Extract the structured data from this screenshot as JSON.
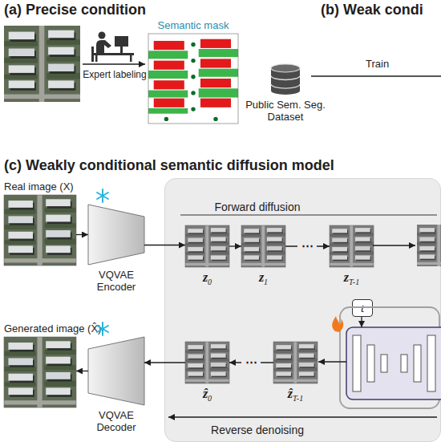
{
  "diagram": {
    "nodes": [
      {
        "text": [
          "Semantic mask"
        ]
      },
      {
        "text": [
          "Public Sem. Seg. Dataset"
        ]
      },
      {
        "text": [
          "Real image (X)"
        ]
      },
      {
        "text": [
          "VQVAE Encoder"
        ]
      },
      {
        "text": [
          "Forward diffusion",
          "Reverse denoising"
        ]
      },
      {
        "text": [
          "z0"
        ],
        "in": 4
      },
      {
        "text": [
          "z1"
        ],
        "in": 4
      },
      {
        "text": [
          "zT-1"
        ],
        "in": 4
      },
      {
        "text": [
          "t"
        ],
        "in": 4
      },
      {
        "text": [
          "ẑT-1"
        ],
        "in": 4
      },
      {
        "text": [
          "ẑ0"
        ],
        "in": 4
      },
      {
        "text": [
          "Generated image (X̂)"
        ]
      },
      {
        "text": [
          "VQVAE Decoder"
        ]
      }
    ],
    "edges": [
      {
        "from": 2,
        "to": 3,
        "arrow": "to"
      },
      {
        "from": 3,
        "to": 5,
        "arrow": "to"
      },
      {
        "from": 5,
        "to": 6,
        "arrow": "to"
      },
      {
        "from": 6,
        "to": 7,
        "arrow": "to"
      },
      {
        "from": 9,
        "to": 10,
        "arrow": "to"
      },
      {
        "from": 10,
        "to": 12,
        "arrow": "to"
      },
      {
        "from": 12,
        "to": 11,
        "arrow": "to"
      }
    ],
    "labels": [
      "(a) Precise condition",
      "Expert labeling",
      "(b) Weak condi",
      "Train",
      "(c) Weakly conditional semantic diffusion model",
      "⋯",
      "⋯"
    ]
  }
}
